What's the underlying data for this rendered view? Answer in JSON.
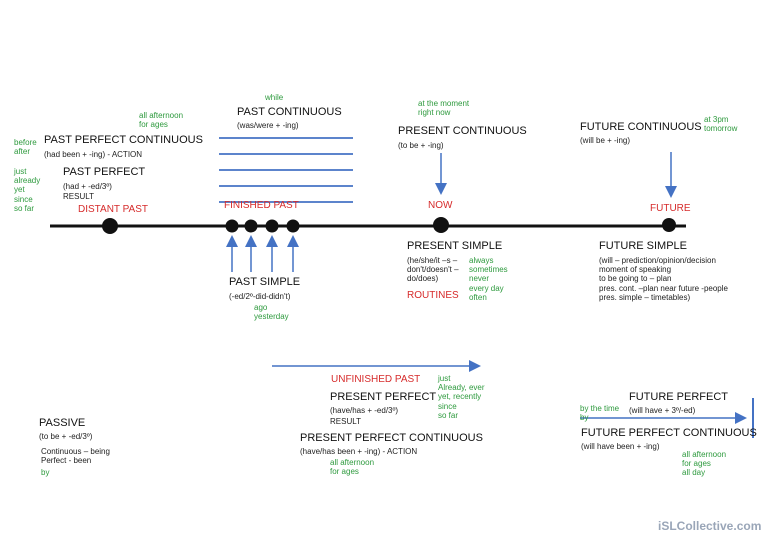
{
  "watermark": "iSLCollective.com",
  "colors": {
    "green": "#2e9a3e",
    "red": "#d62b2b",
    "blue": "#4472c4",
    "black": "#111111"
  },
  "timeline": {
    "distant_past": "DISTANT PAST",
    "finished_past": "FINISHED PAST",
    "now": "NOW",
    "future": "FUTURE"
  },
  "past_perfect_continuous": {
    "title": "PAST PERFECT CONTINUOUS",
    "form": "(had been + -ing) - ACTION",
    "time_words": "all afternoon\nfor ages"
  },
  "past_perfect": {
    "title": "PAST PERFECT",
    "form": "(had + -ed/3º)",
    "note": "RESULT",
    "time_words_top": "before\nafter",
    "time_words": "just\nalready\nyet\nsince\nso far"
  },
  "past_continuous": {
    "marker": "while",
    "title": "PAST CONTINUOUS",
    "form": "(was/were + -ing)"
  },
  "past_simple": {
    "title": "PAST SIMPLE",
    "form": "(-ed/2º-did-didn't)",
    "time_words": "ago\nyesterday"
  },
  "present_continuous": {
    "time_words": "at the moment\nright now",
    "title": "PRESENT CONTINUOUS",
    "form": "(to be + -ing)"
  },
  "present_simple": {
    "title": "PRESENT  SIMPLE",
    "form": "(he/she/it –s –\ndon't/doesn't –\ndo/does)",
    "routines": "ROUTINES",
    "time_words": "always\nsometimes\nnever\nevery day\noften"
  },
  "future_continuous": {
    "title": "FUTURE CONTINUOUS",
    "form": "(will be + -ing)",
    "time_words": "at 3pm\ntomorrow"
  },
  "future_simple": {
    "title": "FUTURE SIMPLE",
    "details": "(will – prediction/opinion/decision\nmoment of speaking\nto be going to – plan\npres. cont. –plan near future -people\npres. simple – timetables)"
  },
  "unfinished_past": {
    "label": "UNFINISHED PAST"
  },
  "present_perfect": {
    "title": "PRESENT PERFECT",
    "form": "(have/has + -ed/3º)",
    "note": "RESULT",
    "time_words": "just\nAlready, ever\nyet, recently\nsince\nso far"
  },
  "present_perfect_continuous": {
    "title": "PRESENT PERFECT CONTINUOUS",
    "form": "(have/has been + -ing) - ACTION",
    "time_words": "all afternoon\nfor ages"
  },
  "passive": {
    "title": "PASSIVE",
    "form": "(to be + -ed/3º)",
    "details": "Continuous – being\nPerfect - been",
    "by": "by"
  },
  "future_perfect": {
    "title": "FUTURE PERFECT",
    "form": "(will have + 3º/-ed)",
    "time_words": "by the time\nby"
  },
  "future_perfect_continuous": {
    "title": "FUTURE PERFECT CONTINUOUS",
    "form": "(will have been + -ing)",
    "time_words": "all afternoon\nfor ages\nall day"
  }
}
